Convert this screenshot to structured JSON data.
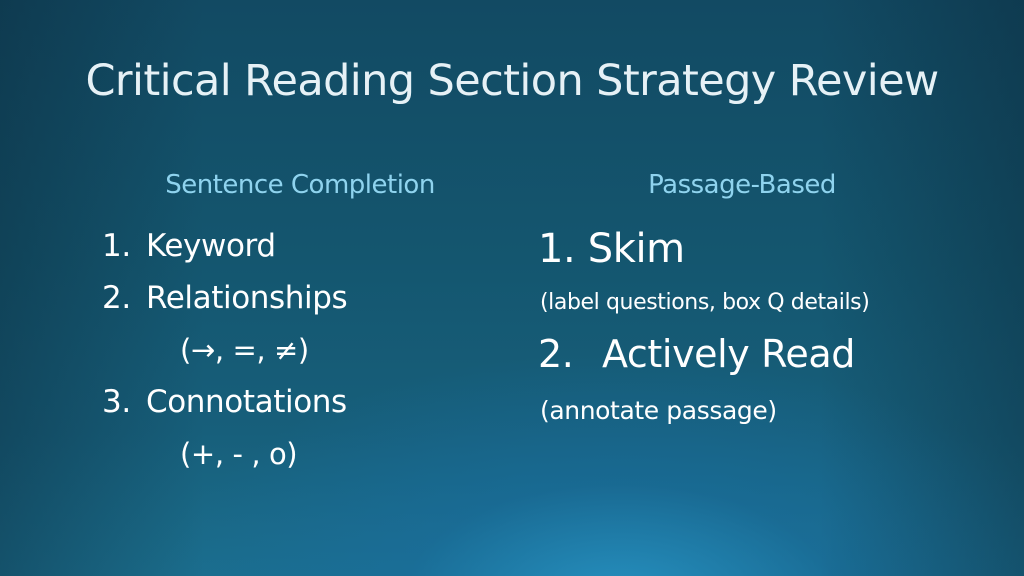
{
  "slide": {
    "title": "Critical Reading Section Strategy Review"
  },
  "left_column": {
    "heading": "Sentence Completion",
    "items": [
      {
        "number": "1.",
        "text": "Keyword"
      },
      {
        "number": "2.",
        "text": "Relationships",
        "detail": "(→, =, ≠)"
      },
      {
        "number": "3.",
        "text": "Connotations",
        "detail": "(+, - , o)"
      }
    ]
  },
  "right_column": {
    "heading": "Passage-Based",
    "items": [
      {
        "number": "1.",
        "text": "Skim",
        "detail": "(label questions, box Q details)"
      },
      {
        "number": "2.",
        "text": "Actively Read",
        "detail": "(annotate passage)"
      }
    ]
  },
  "colors": {
    "background_top": "#124a63",
    "background_glow": "#2896c8",
    "heading": "#8fd3ee",
    "title": "#e6f1f6",
    "body_text": "#ffffff"
  }
}
